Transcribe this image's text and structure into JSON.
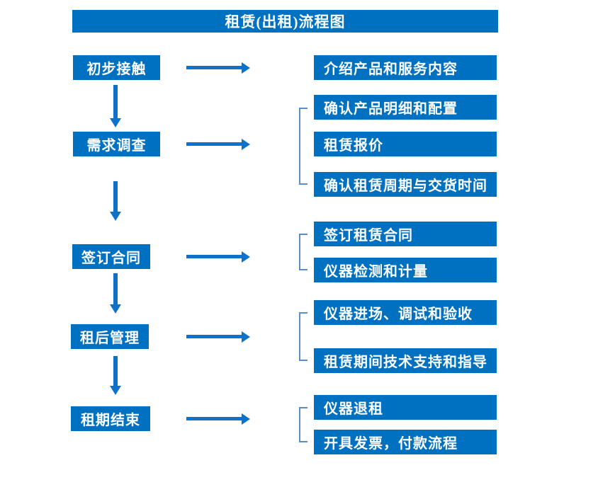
{
  "title": "租赁(出租)流程图",
  "colors": {
    "boxBlue": "#0070C0",
    "arrowBlue": "#0F72C8",
    "bracketBlue": "#5B8DC8",
    "textWhite": "#FFFFFF",
    "pageBg": "#FFFFFF"
  },
  "stages": [
    {
      "label": "初步接触",
      "details": [
        "介绍产品和服务内容"
      ]
    },
    {
      "label": "需求调查",
      "details": [
        "确认产品明细和配置",
        "租赁报价",
        "确认租赁周期与交货时间"
      ]
    },
    {
      "label": "签订合同",
      "details": [
        "签订租赁合同",
        "仪器检测和计量"
      ]
    },
    {
      "label": "租后管理",
      "details": [
        "仪器进场、调试和验收",
        "租赁期间技术支持和指导"
      ]
    },
    {
      "label": "租期结束",
      "details": [
        "仪器退租",
        "开具发票，付款流程"
      ]
    }
  ]
}
